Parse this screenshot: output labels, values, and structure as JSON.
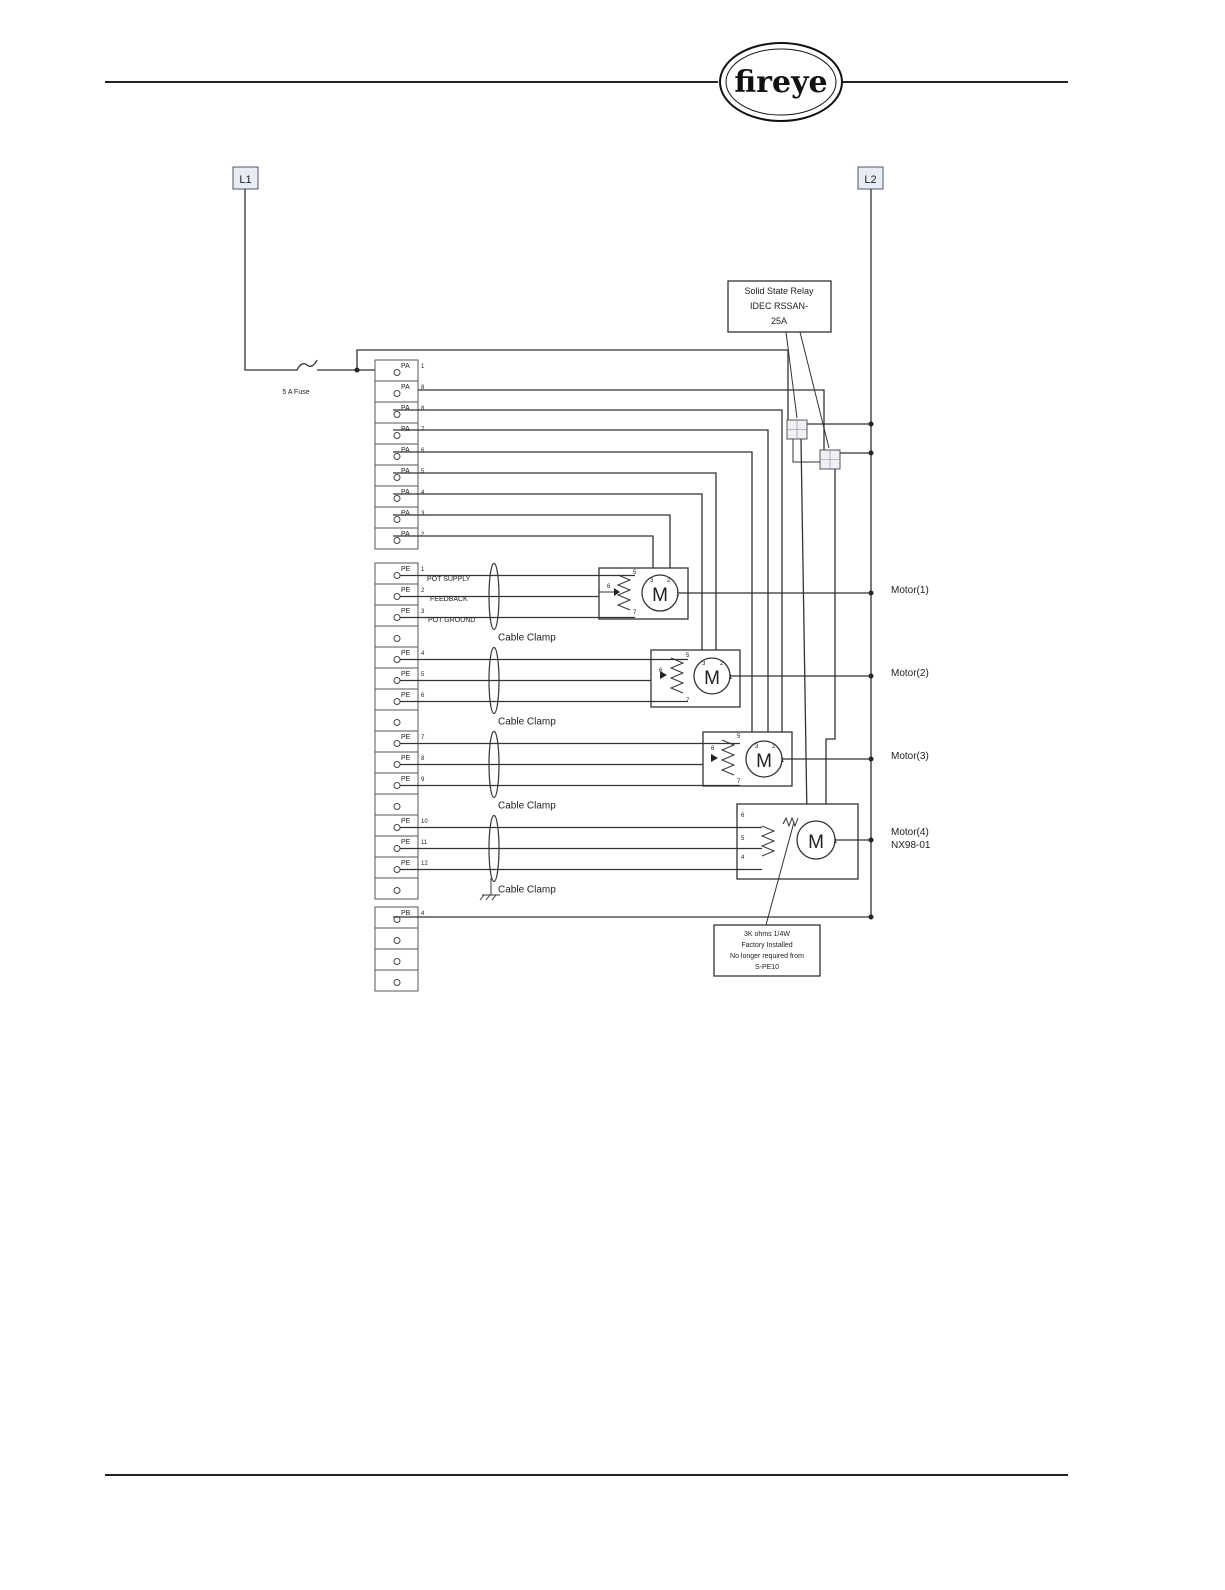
{
  "header": {
    "logo_text": "fireye"
  },
  "supply": {
    "l1": "L1",
    "l2": "L2",
    "fuse": "5 A Fuse"
  },
  "relay": {
    "line1": "Solid State Relay",
    "line2": "IDEC RSSAN-",
    "line3": "25A"
  },
  "terminal_blocks": {
    "pa": {
      "tag": "PA",
      "numbers": [
        "1",
        "8",
        "8",
        "7",
        "6",
        "5",
        "4",
        "3",
        "2"
      ]
    },
    "pe": {
      "tag": "PE",
      "numbers": [
        "1",
        "2",
        "3",
        "4",
        "5",
        "6",
        "7",
        "8",
        "9",
        "10",
        "11",
        "12"
      ]
    },
    "pb": {
      "tag": "PB",
      "numbers": [
        "4"
      ]
    }
  },
  "signals": {
    "pot_supply": "POT SUPPLY",
    "feedback": "FEEDBACK",
    "pot_ground": "POT GROUND"
  },
  "cable_clamp": "Cable Clamp",
  "motors": [
    {
      "label": "Motor(1)",
      "sub": ""
    },
    {
      "label": "Motor(2)",
      "sub": ""
    },
    {
      "label": "Motor(3)",
      "sub": ""
    },
    {
      "label": "Motor(4)",
      "sub": "NX98-01"
    }
  ],
  "motor_symbol": "M",
  "resistor_note": {
    "line1": "3K ohms 1/4W",
    "line2": "Factory Installed",
    "line3": "No longer required from",
    "line4": "S-PE10"
  }
}
